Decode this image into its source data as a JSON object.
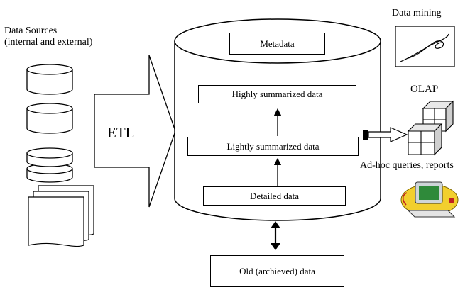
{
  "sources": {
    "title_line1": "Data Sources",
    "title_line2": "(internal and external)"
  },
  "etl": {
    "label": "ETL"
  },
  "warehouse": {
    "metadata": "Metadata",
    "highly_summarized": "Highly summarized data",
    "lightly_summarized": "Lightly summarized data",
    "detailed": "Detailed data"
  },
  "archive": {
    "label": "Old (archieved) data"
  },
  "outputs": {
    "data_mining": "Data mining",
    "olap": "OLAP",
    "adhoc": "Ad-hoc queries, reports"
  }
}
